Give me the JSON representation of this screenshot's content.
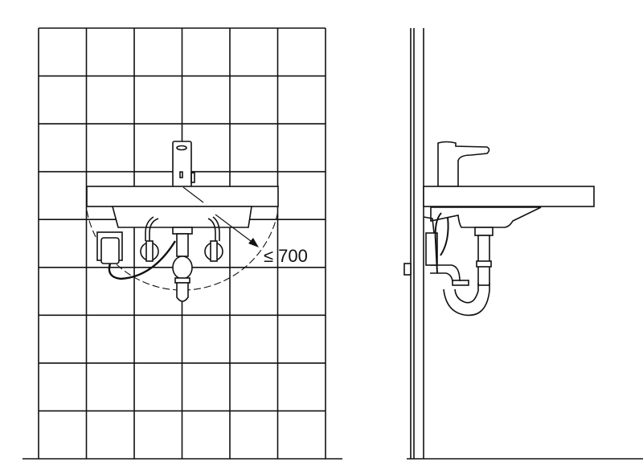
{
  "front_view": {
    "dimension_label": "≤ 700",
    "tile_columns": 6,
    "tile_rows": 9
  },
  "colors": {
    "line": "#111111",
    "background": "#ffffff"
  }
}
